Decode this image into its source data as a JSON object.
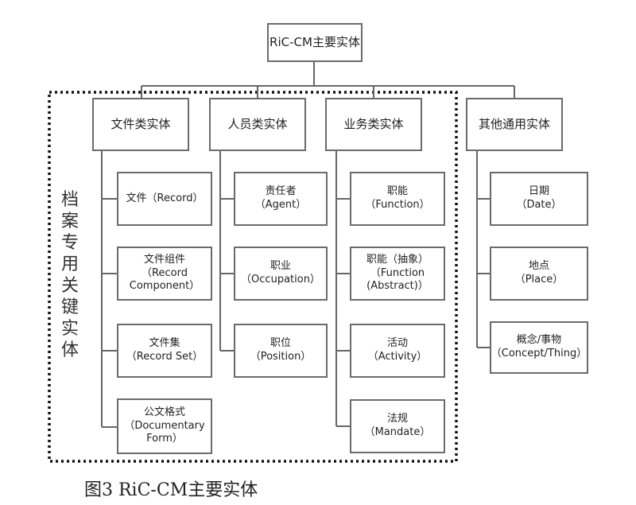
{
  "root": {
    "label": "RiC-CM主要实体"
  },
  "group_label_chars": [
    "档",
    "案",
    "专",
    "用",
    "关",
    "键",
    "实",
    "体"
  ],
  "categories": [
    {
      "id": "document",
      "label": "文件类实体",
      "items": [
        {
          "lines": [
            "文件（Record）"
          ]
        },
        {
          "lines": [
            "文件组件",
            "（Record",
            "Component）"
          ]
        },
        {
          "lines": [
            "文件集",
            "（Record Set）"
          ]
        },
        {
          "lines": [
            "公文格式",
            "（Documentary",
            "Form）"
          ]
        }
      ]
    },
    {
      "id": "person",
      "label": "人员类实体",
      "items": [
        {
          "lines": [
            "责任者",
            "（Agent）"
          ]
        },
        {
          "lines": [
            "职业",
            "（Occupation）"
          ]
        },
        {
          "lines": [
            "职位",
            "（Position）"
          ]
        }
      ]
    },
    {
      "id": "business",
      "label": "业务类实体",
      "items": [
        {
          "lines": [
            "职能",
            "（Function）"
          ]
        },
        {
          "lines": [
            "职能（抽象）",
            "（Function",
            "(Abstract)）"
          ]
        },
        {
          "lines": [
            "活动",
            "（Activity）"
          ]
        },
        {
          "lines": [
            "法规",
            "（Mandate）"
          ]
        }
      ]
    },
    {
      "id": "other",
      "label": "其他通用实体",
      "items": [
        {
          "lines": [
            "日期",
            "（Date）"
          ]
        },
        {
          "lines": [
            "地点",
            "（Place）"
          ]
        },
        {
          "lines": [
            "概念/事物",
            "（Concept/Thing）"
          ]
        }
      ]
    }
  ],
  "caption": "图3 RiC-CM主要实体"
}
